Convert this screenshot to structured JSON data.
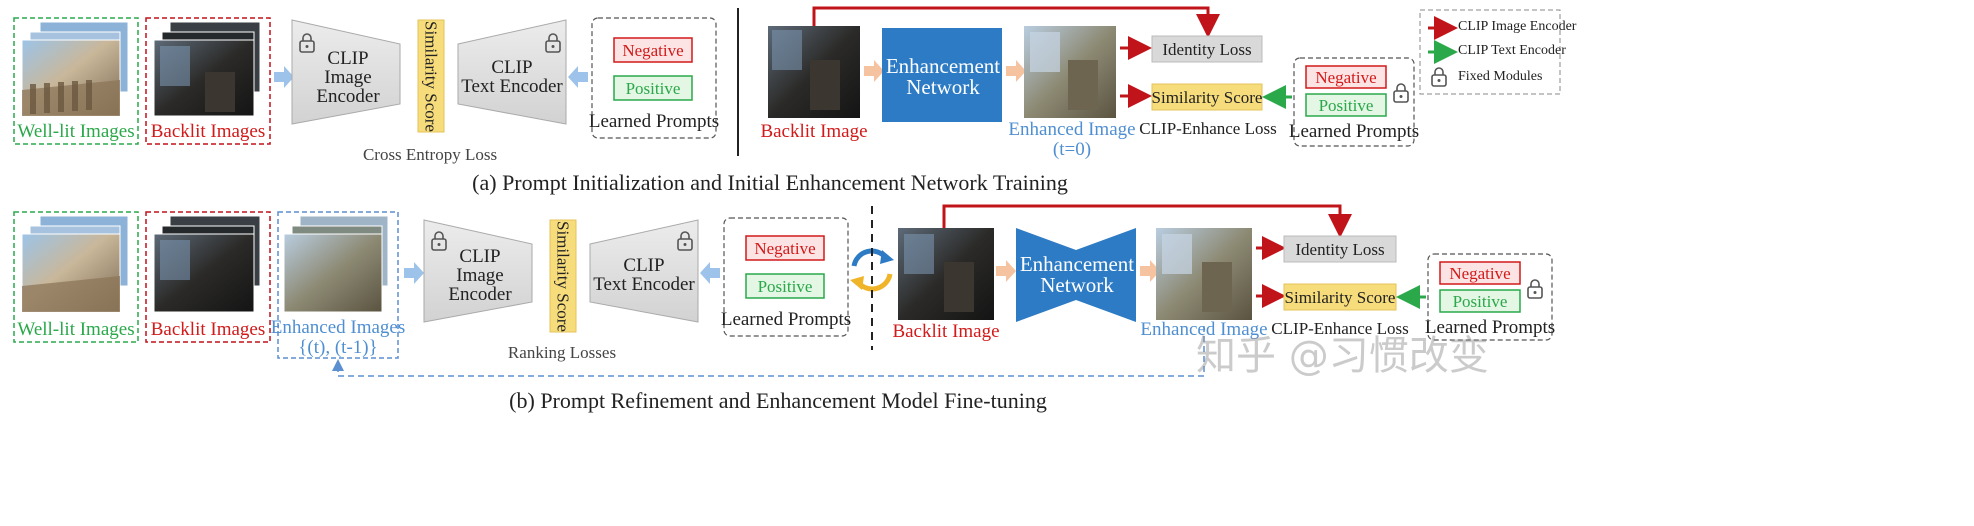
{
  "panel_a": {
    "caption": "(a) Prompt Initialization and Initial Enhancement Network Training",
    "well_lit_label": "Well-lit Images",
    "backlit_label": "Backlit Images",
    "clip_image_encoder": "CLIP\nImage Encoder",
    "similarity_score_vertical": "Similarity Score",
    "clip_text_encoder": "CLIP\nText Encoder",
    "negative": "Negative",
    "positive": "Positive",
    "learned_prompts": "Learned Prompts",
    "loss_label": "Cross Entropy Loss",
    "backlit_image": "Backlit Image",
    "enhancement_network": "Enhancement\nNetwork",
    "enhanced_image": "Enhanced Image",
    "enhanced_image_t": "(t=0)",
    "identity_loss": "Identity Loss",
    "similarity_score": "Similarity Score",
    "clip_enhance_loss": "CLIP-Enhance Loss",
    "negative_r": "Negative",
    "positive_r": "Positive",
    "learned_prompts_r": "Learned Prompts"
  },
  "panel_b": {
    "caption": "(b) Prompt Refinement and Enhancement Model Fine-tuning",
    "well_lit_label": "Well-lit Images",
    "backlit_label": "Backlit Images",
    "enhanced_images_label": "Enhanced Images",
    "enhanced_images_t": "{(t), (t-1)}",
    "clip_image_encoder": "CLIP\nImage Encoder",
    "similarity_score_vertical": "Similarity Score",
    "clip_text_encoder": "CLIP\nText Encoder",
    "negative": "Negative",
    "positive": "Positive",
    "learned_prompts": "Learned Prompts",
    "loss_label": "Ranking Losses",
    "backlit_image": "Backlit Image",
    "enhancement_network": "Enhancement\nNetwork",
    "enhanced_image": "Enhanced Image",
    "identity_loss": "Identity Loss",
    "similarity_score": "Similarity Score",
    "clip_enhance_loss": "CLIP-Enhance Loss",
    "negative_r": "Negative",
    "positive_r": "Positive",
    "learned_prompts_r": "Learned Prompts"
  },
  "legend": {
    "clip_image_encoder": "CLIP Image Encoder",
    "clip_text_encoder": "CLIP Text Encoder",
    "fixed_modules": "Fixed Modules"
  },
  "watermark": "知乎 @习惯改变",
  "colors": {
    "green": "#2aa84a",
    "red": "#c0141a",
    "blue_network": "#2d7bc4",
    "similarity_yellow": "#f7dc7c",
    "identity_gray": "#d9d9d9",
    "arrow_light_blue": "#9dc3ea",
    "arrow_peach": "#f6c3a1"
  }
}
